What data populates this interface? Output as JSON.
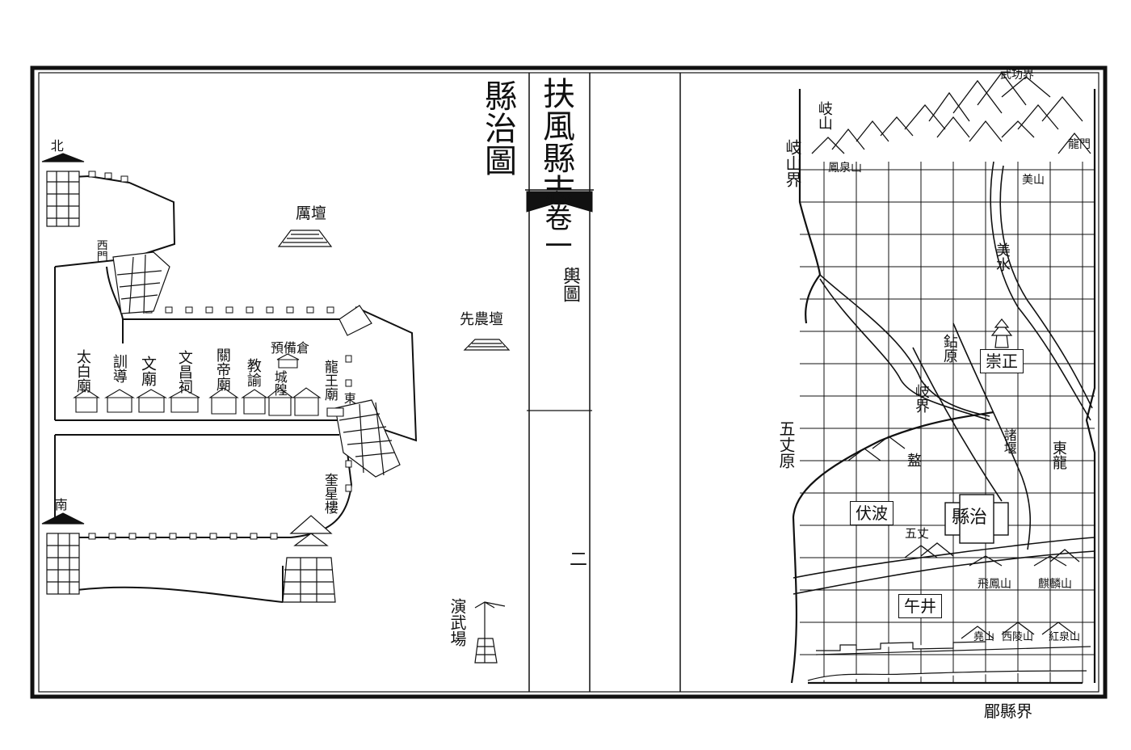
{
  "book": {
    "title": "扶風縣志",
    "volume": "卷一",
    "section": "輿圖",
    "page_number": "二"
  },
  "left_map": {
    "title": "縣治圖",
    "labels": {
      "north_gate": "北",
      "west_gate": "西門",
      "south_gate": "南",
      "east_gate": "東",
      "li_altar": "厲壇",
      "xiannong_altar": "先農壇",
      "taibai_temple": "太白廟",
      "xundao": "訓導",
      "wen_temple": "文廟",
      "wenchang_temple": "文昌祠",
      "guandi_temple": "關帝廟",
      "jiaoyu": "教諭",
      "yubei_granary": "預備倉",
      "chenghuang": "城隍",
      "longwang_temple": "龍王廟",
      "kuixing_tower": "奎星樓",
      "parade_ground": "演武場"
    }
  },
  "right_map": {
    "labels": {
      "wugong_border": "武功界",
      "qishan_mtn": "岐山",
      "qishan_border": "岐山界",
      "fengquan_mtn": "鳳泉山",
      "longmen": "龍門",
      "mei_mtn": "美山",
      "meishui": "美水",
      "zhanyuan": "鉆原",
      "chong_zheng": "崇正",
      "qijie": "岐界",
      "dongli": "東龍",
      "zhuyi": "諸堰",
      "fu_bo": "伏波",
      "county_seat": "縣治",
      "wuzhang": "五丈",
      "wuzhangyuan": "五丈原",
      "feifeng_mtn": "飛鳳山",
      "jifeng_mtn": "麒麟山",
      "wujing": "午井",
      "yaoshan": "堯山",
      "xilin_mtn": "西陵山",
      "hongquan_mtn": "紅泉山",
      "mei_border": "郿縣界",
      "hu": "盩"
    }
  }
}
